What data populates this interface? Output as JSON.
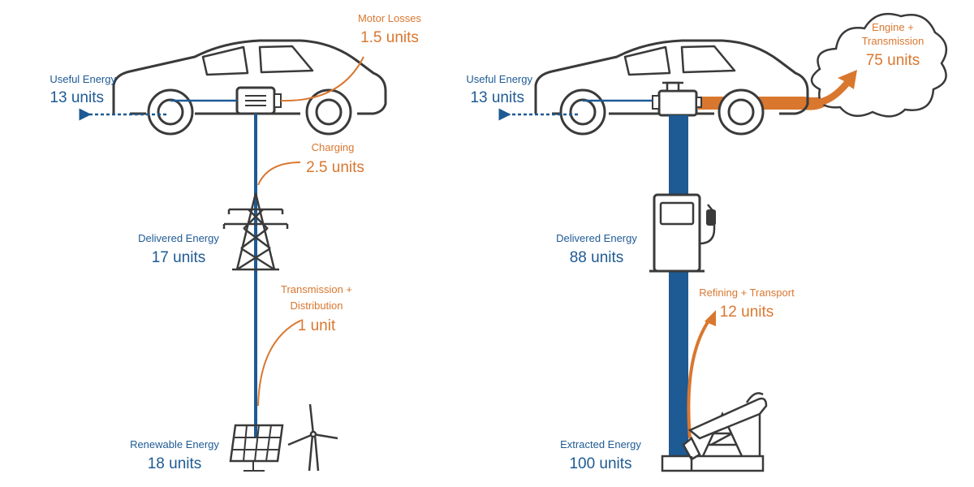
{
  "colors": {
    "useful_blue": "#1e5a94",
    "loss_orange": "#d9772f",
    "outline": "#3a3a3a"
  },
  "ev": {
    "motor_losses": {
      "label": "Motor Losses",
      "value": "1.5 units"
    },
    "useful": {
      "label": "Useful Energy",
      "value": "13 units"
    },
    "charging": {
      "label": "Charging",
      "value": "2.5 units"
    },
    "delivered": {
      "label": "Delivered Energy",
      "value": "17 units"
    },
    "transmission": {
      "label_line1": "Transmission +",
      "label_line2": "Distribution",
      "value": "1 unit"
    },
    "renewable": {
      "label": "Renewable Energy",
      "value": "18 units"
    }
  },
  "gas": {
    "engine": {
      "label_line1": "Engine +",
      "label_line2": "Transmission",
      "value": "75 units"
    },
    "useful": {
      "label": "Useful Energy",
      "value": "13 units"
    },
    "delivered": {
      "label": "Delivered Energy",
      "value": "88 units"
    },
    "refining": {
      "label": "Refining + Transport",
      "value": "12 units"
    },
    "extracted": {
      "label": "Extracted Energy",
      "value": "100 units"
    }
  }
}
